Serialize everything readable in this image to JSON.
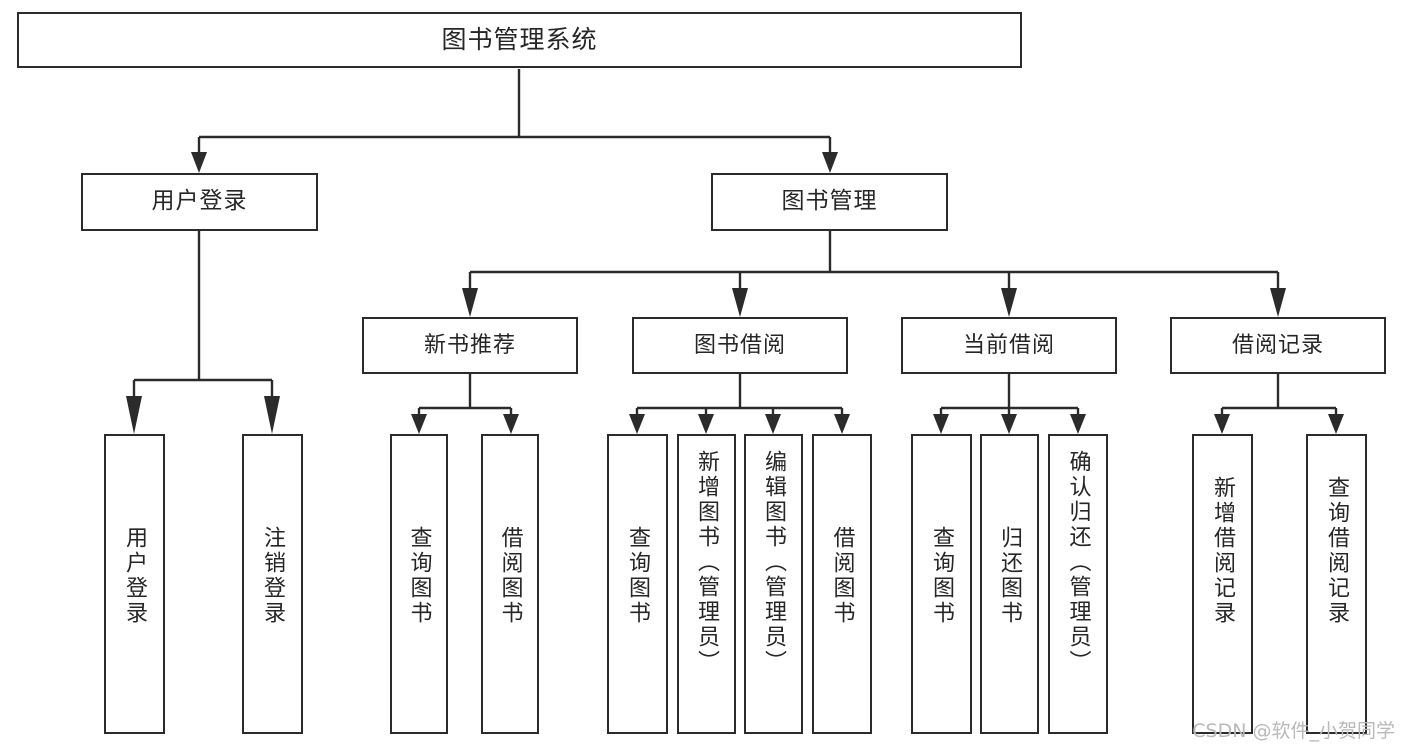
{
  "diagram": {
    "type": "tree",
    "title": "图书管理系统",
    "root": {
      "label": "图书管理系统"
    },
    "level1": [
      {
        "label": "用户登录"
      },
      {
        "label": "图书管理"
      }
    ],
    "level2": [
      {
        "label": "新书推荐"
      },
      {
        "label": "图书借阅"
      },
      {
        "label": "当前借阅"
      },
      {
        "label": "借阅记录"
      }
    ],
    "leaves": {
      "user_login": [
        {
          "label": "用户登录"
        },
        {
          "label": "注销登录"
        }
      ],
      "new_book_recommend": [
        {
          "label": "查询图书"
        },
        {
          "label": "借阅图书"
        }
      ],
      "book_borrow": [
        {
          "label": "查询图书"
        },
        {
          "label": "新增图书（管理员）"
        },
        {
          "label": "编辑图书（管理员）"
        },
        {
          "label": "借阅图书"
        }
      ],
      "current_borrow": [
        {
          "label": "查询图书"
        },
        {
          "label": "归还图书"
        },
        {
          "label": "确认归还（管理员）"
        }
      ],
      "borrow_record": [
        {
          "label": "新增借阅记录"
        },
        {
          "label": "查询借阅记录"
        }
      ]
    }
  },
  "watermark": {
    "text": "CSDN @软件_小贺同学"
  },
  "colors": {
    "stroke": "#2b2b2b",
    "background": "#ffffff",
    "text": "#262626",
    "watermark": "#b9b9b9"
  }
}
